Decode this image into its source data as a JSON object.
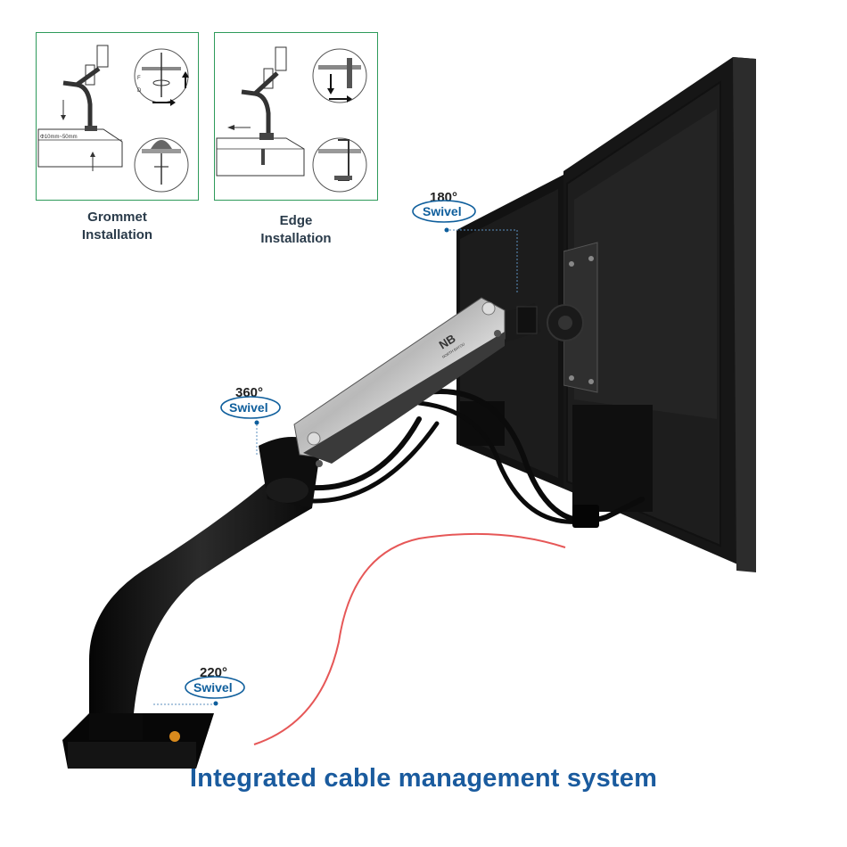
{
  "installation": {
    "grommet": {
      "caption_line1": "Grommet",
      "caption_line2": "Installation",
      "label_f": "F",
      "label_d": "D",
      "desk_range": "Φ10mm~50mm"
    },
    "edge": {
      "caption_line1": "Edge",
      "caption_line2": "Installation"
    }
  },
  "swivels": {
    "top": {
      "degrees": "180°",
      "label": "Swivel"
    },
    "middle": {
      "degrees": "360°",
      "label": "Swivel"
    },
    "bottom": {
      "degrees": "220°",
      "label": "Swivel"
    }
  },
  "brand_logo": "NB",
  "brand_text": "NORTH BAYOU",
  "tagline": "Integrated cable management system",
  "colors": {
    "panel_border": "#2e9a5a",
    "caption": "#2a3b4a",
    "swivel_label": "#0e5e9c",
    "tagline": "#1a5b9e",
    "motion_arc": "#e23a3a"
  }
}
